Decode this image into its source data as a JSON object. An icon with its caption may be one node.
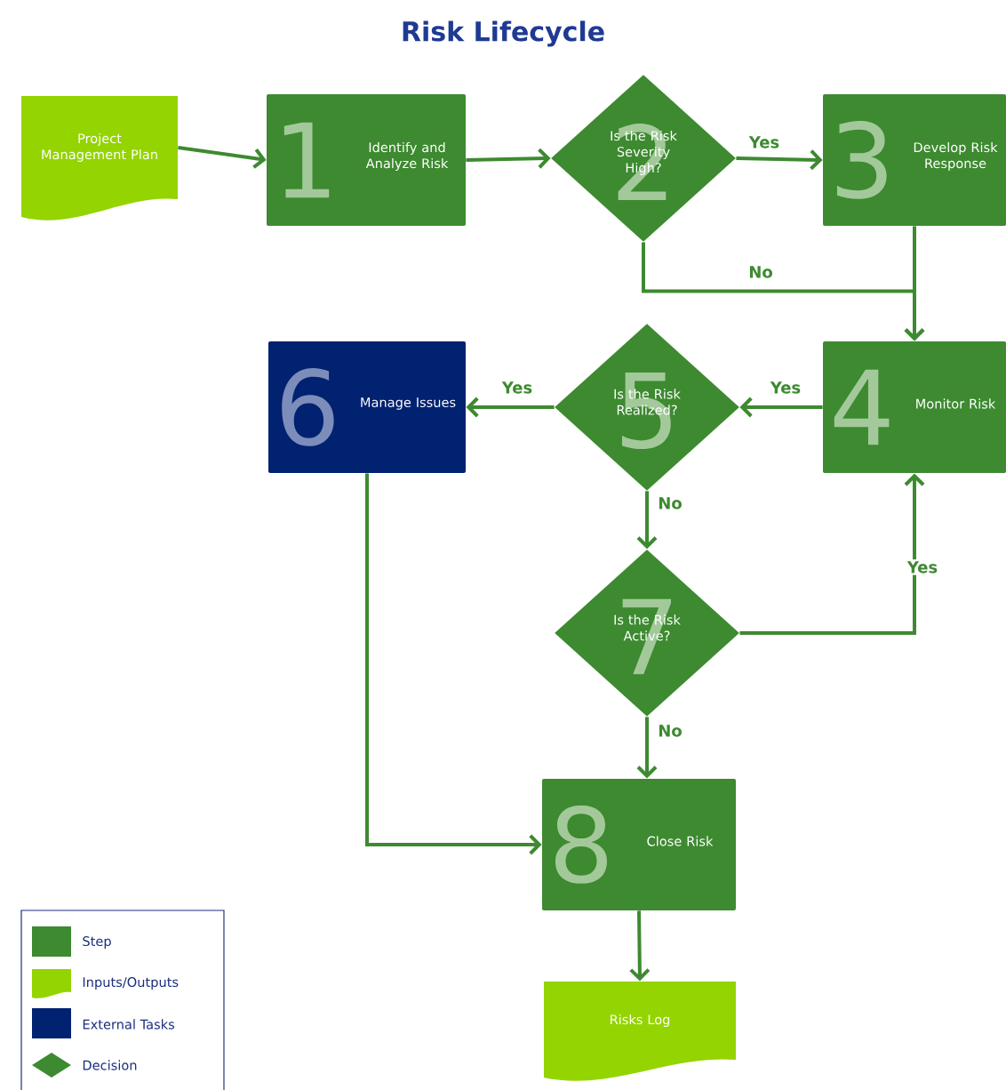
{
  "diagram": {
    "title": "Risk Lifecycle",
    "nodes": [
      {
        "text": [
          "Project Management Plan"
        ]
      },
      {
        "text": [
          "1",
          "Identify and Analyze Risk"
        ]
      },
      {
        "text": [
          "2",
          "Is the Risk Severity High?"
        ]
      },
      {
        "text": [
          "3",
          "Develop Risk Response"
        ]
      },
      {
        "text": [
          "4",
          "Monitor Risk"
        ]
      },
      {
        "text": [
          "5",
          "Is the Risk Realized?"
        ]
      },
      {
        "text": [
          "6",
          "Manage Issues"
        ]
      },
      {
        "text": [
          "7",
          "Is the Risk Active?"
        ]
      },
      {
        "text": [
          "8",
          "Close Risk"
        ]
      },
      {
        "text": [
          "Risks Log"
        ]
      }
    ],
    "edges": [
      {
        "from": 0,
        "to": 1,
        "arrow": "to"
      },
      {
        "from": 1,
        "to": 2,
        "arrow": "to"
      },
      {
        "from": 2,
        "to": 3,
        "arrow": "to",
        "label": "Yes"
      },
      {
        "from": 2,
        "to": 4,
        "arrow": "to",
        "label": "No"
      },
      {
        "from": 3,
        "to": 4,
        "arrow": "to"
      },
      {
        "from": 4,
        "to": 5,
        "arrow": "to",
        "label": "Yes"
      },
      {
        "from": 5,
        "to": 6,
        "arrow": "to",
        "label": "Yes"
      },
      {
        "from": 5,
        "to": 7,
        "arrow": "to",
        "label": "No"
      },
      {
        "from": 7,
        "to": 4,
        "arrow": "to",
        "label": "Yes"
      },
      {
        "from": 7,
        "to": 8,
        "arrow": "to",
        "label": "No"
      },
      {
        "from": 6,
        "to": 8,
        "arrow": "to"
      },
      {
        "from": 8,
        "to": 9,
        "arrow": "to"
      }
    ],
    "legend": [
      {
        "text": "Step",
        "color": "#3d8a30"
      },
      {
        "text": "Inputs/Outputs",
        "color": "#94d400"
      },
      {
        "text": "External Tasks",
        "color": "#002270"
      },
      {
        "text": "Decision"
      }
    ]
  }
}
